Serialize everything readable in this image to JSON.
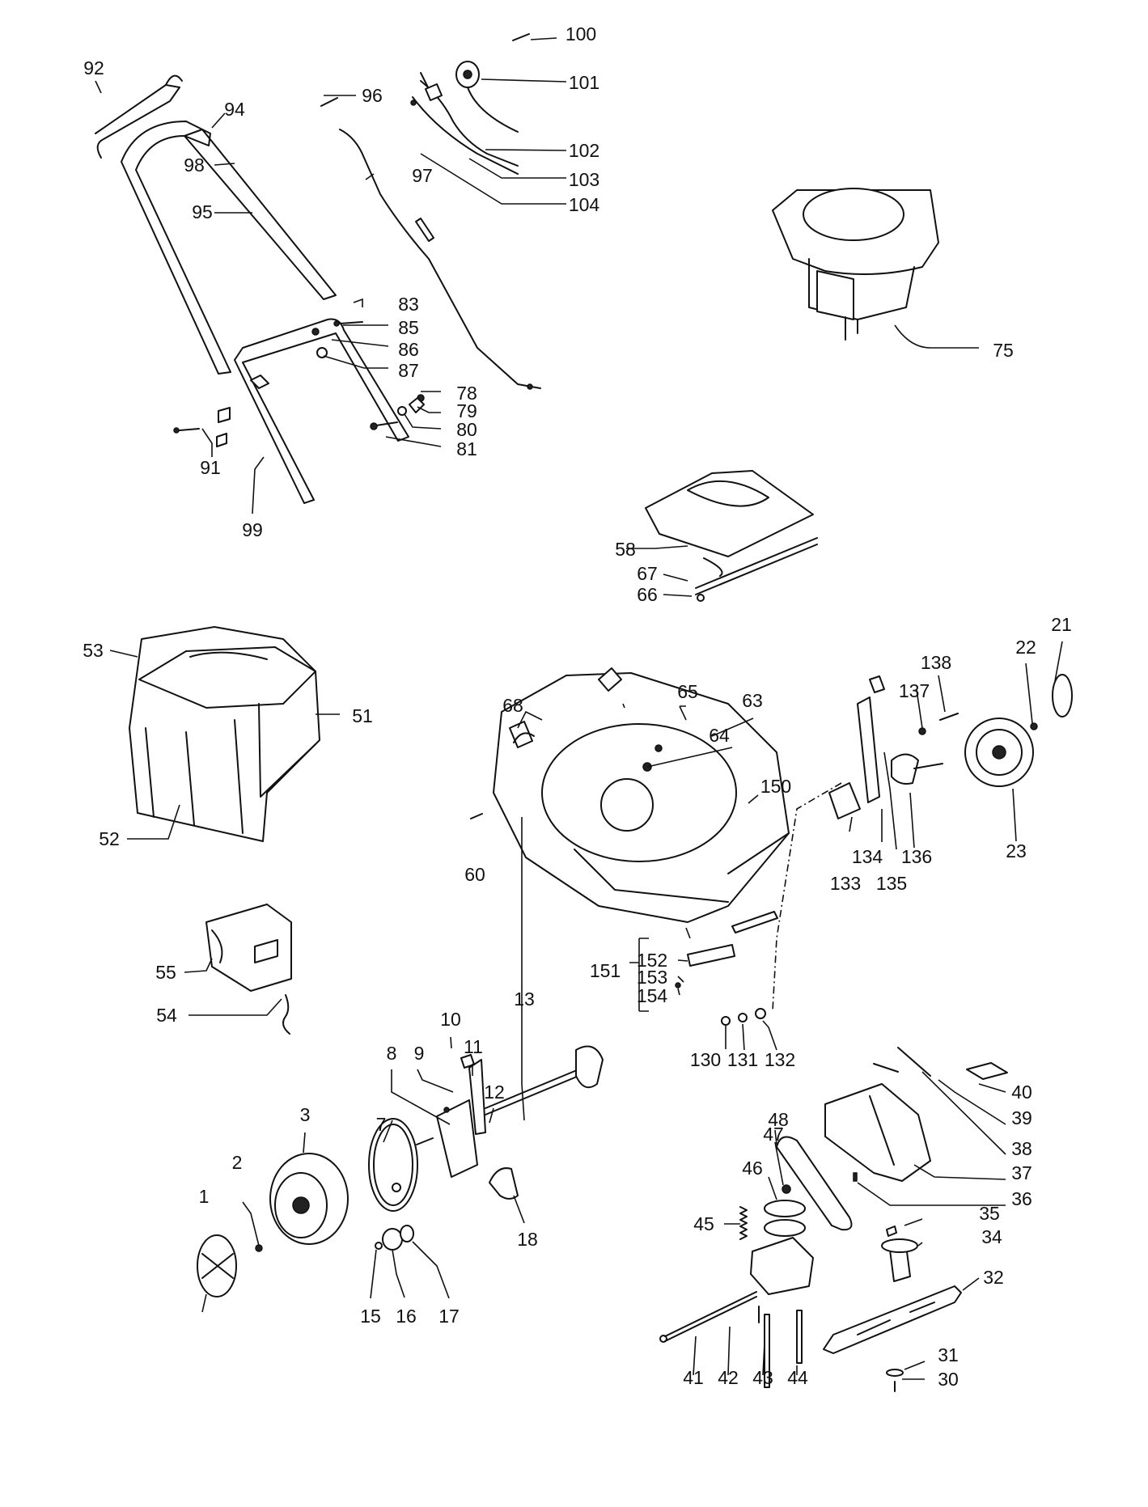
{
  "diagram": {
    "callouts": [
      {
        "id": "1",
        "label": "1"
      },
      {
        "id": "2",
        "label": "2"
      },
      {
        "id": "3",
        "label": "3"
      },
      {
        "id": "7",
        "label": "7"
      },
      {
        "id": "8",
        "label": "8"
      },
      {
        "id": "9",
        "label": "9"
      },
      {
        "id": "10",
        "label": "10"
      },
      {
        "id": "11",
        "label": "11"
      },
      {
        "id": "12",
        "label": "12"
      },
      {
        "id": "13",
        "label": "13"
      },
      {
        "id": "15",
        "label": "15"
      },
      {
        "id": "16",
        "label": "16"
      },
      {
        "id": "17",
        "label": "17"
      },
      {
        "id": "18",
        "label": "18"
      },
      {
        "id": "21",
        "label": "21"
      },
      {
        "id": "22",
        "label": "22"
      },
      {
        "id": "23",
        "label": "23"
      },
      {
        "id": "30",
        "label": "30"
      },
      {
        "id": "31",
        "label": "31"
      },
      {
        "id": "32",
        "label": "32"
      },
      {
        "id": "34",
        "label": "34"
      },
      {
        "id": "35",
        "label": "35"
      },
      {
        "id": "36",
        "label": "36"
      },
      {
        "id": "37",
        "label": "37"
      },
      {
        "id": "38",
        "label": "38"
      },
      {
        "id": "39",
        "label": "39"
      },
      {
        "id": "40",
        "label": "40"
      },
      {
        "id": "41",
        "label": "41"
      },
      {
        "id": "42",
        "label": "42"
      },
      {
        "id": "43",
        "label": "43"
      },
      {
        "id": "44",
        "label": "44"
      },
      {
        "id": "45",
        "label": "45"
      },
      {
        "id": "46",
        "label": "46"
      },
      {
        "id": "47",
        "label": "47"
      },
      {
        "id": "48",
        "label": "48"
      },
      {
        "id": "51",
        "label": "51"
      },
      {
        "id": "52",
        "label": "52"
      },
      {
        "id": "53",
        "label": "53"
      },
      {
        "id": "54",
        "label": "54"
      },
      {
        "id": "55",
        "label": "55"
      },
      {
        "id": "58",
        "label": "58"
      },
      {
        "id": "60",
        "label": "60"
      },
      {
        "id": "63",
        "label": "63"
      },
      {
        "id": "64",
        "label": "64"
      },
      {
        "id": "65",
        "label": "65"
      },
      {
        "id": "66",
        "label": "66"
      },
      {
        "id": "67",
        "label": "67"
      },
      {
        "id": "68",
        "label": "68"
      },
      {
        "id": "75",
        "label": "75"
      },
      {
        "id": "78",
        "label": "78"
      },
      {
        "id": "79",
        "label": "79"
      },
      {
        "id": "80",
        "label": "80"
      },
      {
        "id": "81",
        "label": "81"
      },
      {
        "id": "83",
        "label": "83"
      },
      {
        "id": "85",
        "label": "85"
      },
      {
        "id": "86",
        "label": "86"
      },
      {
        "id": "87",
        "label": "87"
      },
      {
        "id": "91",
        "label": "91"
      },
      {
        "id": "92",
        "label": "92"
      },
      {
        "id": "94",
        "label": "94"
      },
      {
        "id": "95",
        "label": "95"
      },
      {
        "id": "96",
        "label": "96"
      },
      {
        "id": "97",
        "label": "97"
      },
      {
        "id": "98",
        "label": "98"
      },
      {
        "id": "99",
        "label": "99"
      },
      {
        "id": "100",
        "label": "100"
      },
      {
        "id": "101",
        "label": "101"
      },
      {
        "id": "102",
        "label": "102"
      },
      {
        "id": "103",
        "label": "103"
      },
      {
        "id": "104",
        "label": "104"
      },
      {
        "id": "130",
        "label": "130"
      },
      {
        "id": "131",
        "label": "131"
      },
      {
        "id": "132",
        "label": "132"
      },
      {
        "id": "133",
        "label": "133"
      },
      {
        "id": "134",
        "label": "134"
      },
      {
        "id": "135",
        "label": "135"
      },
      {
        "id": "136",
        "label": "136"
      },
      {
        "id": "137",
        "label": "137"
      },
      {
        "id": "138",
        "label": "138"
      },
      {
        "id": "150",
        "label": "150"
      },
      {
        "id": "151",
        "label": "151"
      },
      {
        "id": "152",
        "label": "152"
      },
      {
        "id": "153",
        "label": "153"
      },
      {
        "id": "154",
        "label": "154"
      }
    ]
  }
}
